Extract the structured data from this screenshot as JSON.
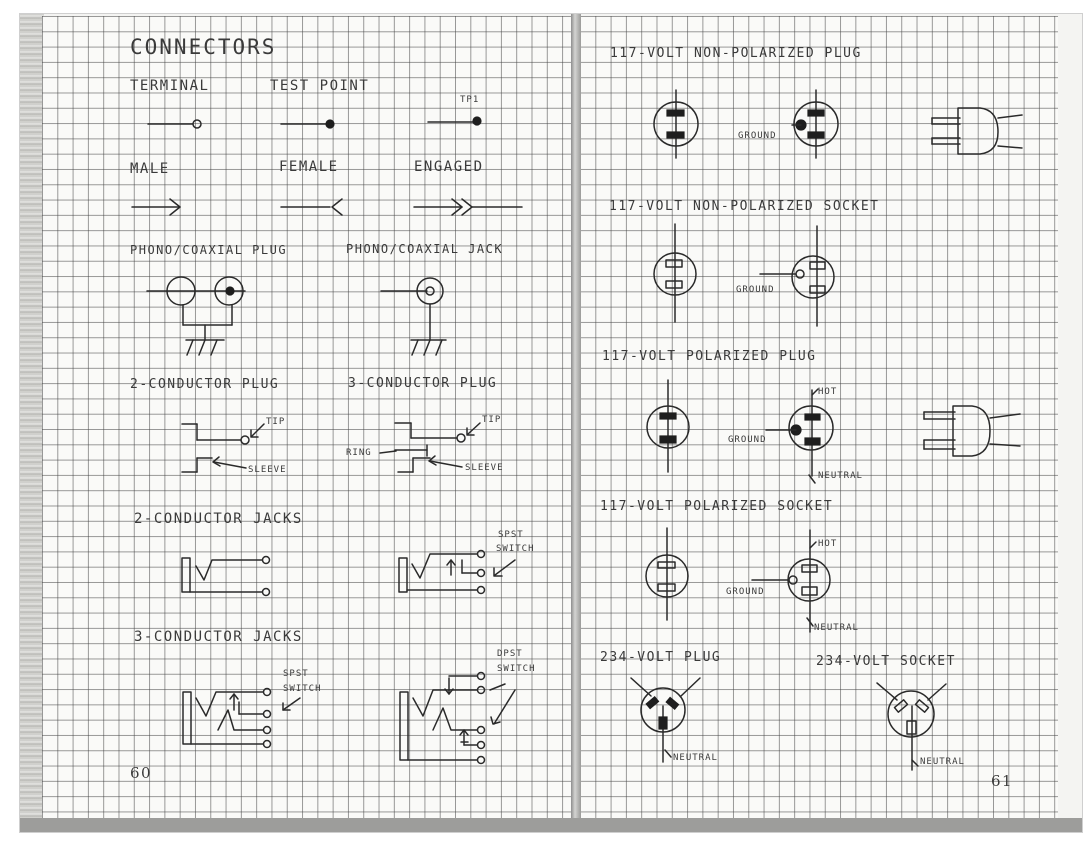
{
  "left_page": {
    "title": "CONNECTORS",
    "terminal": "TERMINAL",
    "test_point": "TEST POINT",
    "tp1": "TP1",
    "male": "MALE",
    "female": "FEMALE",
    "engaged": "ENGAGED",
    "phono_plug": "PHONO/COAXIAL PLUG",
    "phono_jack": "PHONO/COAXIAL JACK",
    "two_cond_plug": "2-CONDUCTOR PLUG",
    "three_cond_plug": "3-CONDUCTOR PLUG",
    "tip_a": "TIP",
    "sleeve_a": "SLEEVE",
    "tip_b": "TIP",
    "ring": "RING",
    "sleeve_b": "SLEEVE",
    "two_cond_jacks": "2-CONDUCTOR JACKS",
    "spst_a_1": "SPST",
    "spst_a_2": "SWITCH",
    "three_cond_jacks": "3-CONDUCTOR JACKS",
    "spst_b_1": "SPST",
    "spst_b_2": "SWITCH",
    "dpst_1": "DPST",
    "dpst_2": "SWITCH",
    "page_number": "60"
  },
  "right_page": {
    "np_plug": "117-VOLT NON-POLARIZED PLUG",
    "ground_a": "GROUND",
    "np_socket": "117-VOLT NON-POLARIZED SOCKET",
    "ground_b": "GROUND",
    "p_plug": "117-VOLT POLARIZED PLUG",
    "hot_a": "HOT",
    "ground_c": "GROUND",
    "neutral_a": "NEUTRAL",
    "p_socket": "117-VOLT POLARIZED SOCKET",
    "hot_b": "HOT",
    "ground_d": "GROUND",
    "neutral_b": "NEUTRAL",
    "v234_plug": "234-VOLT PLUG",
    "v234_socket": "234-VOLT SOCKET",
    "neutral_c": "NEUTRAL",
    "neutral_d": "NEUTRAL",
    "page_number": "61"
  },
  "colors": {
    "ink": "#2a2a2a",
    "grid": "#464646",
    "paper": "#fafaf8"
  }
}
